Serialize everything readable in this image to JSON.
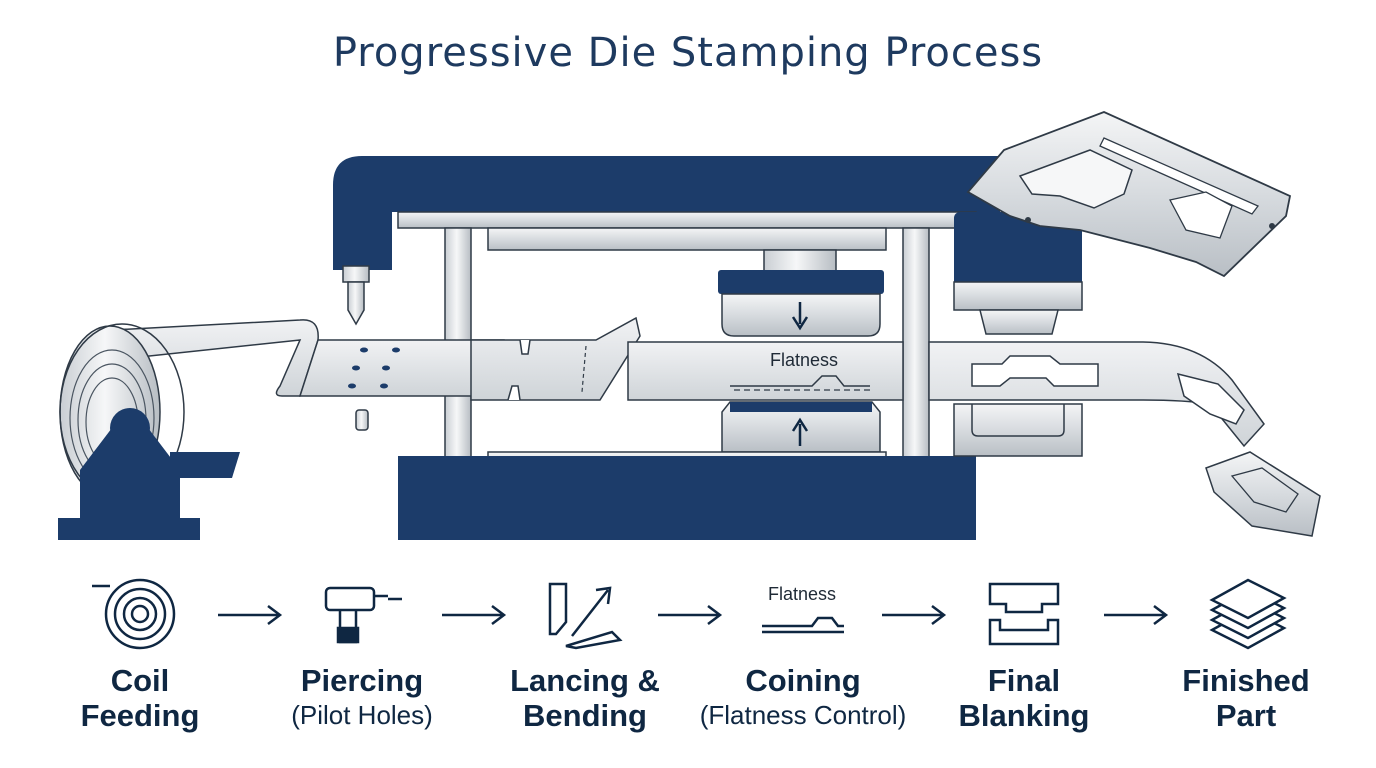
{
  "title": "Progressive Die Stamping Process",
  "diagram_flatness_label": "Flatness",
  "colors": {
    "navy": "#1c3c6a",
    "steel_light": "#eef0f2",
    "steel_mid": "#c7ccd1",
    "outline": "#2f3a46"
  },
  "steps": [
    {
      "line1": "Coil",
      "line2": "Feeding",
      "sub": "",
      "icon": "coil-icon"
    },
    {
      "line1": "Piercing",
      "line2": "",
      "sub": "(Pilot Holes)",
      "icon": "drill-icon"
    },
    {
      "line1": "Lancing &",
      "line2": "Bending",
      "sub": "",
      "icon": "bend-icon"
    },
    {
      "line1": "Coining",
      "line2": "",
      "sub": "(Flatness Control)",
      "icon": "flatness-icon",
      "icon_label": "Flatness"
    },
    {
      "line1": "Final",
      "line2": "Blanking",
      "sub": "",
      "icon": "blanking-icon"
    },
    {
      "line1": "Finished",
      "line2": "Part",
      "sub": "",
      "icon": "stacked-parts-icon"
    }
  ]
}
